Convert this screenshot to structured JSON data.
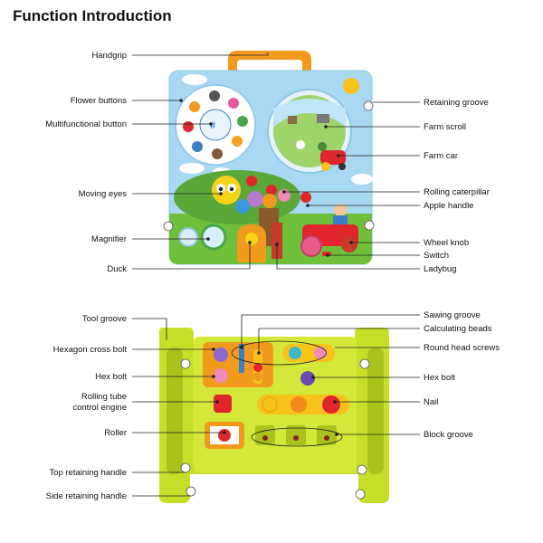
{
  "title": "Function Introduction",
  "top_labels": {
    "handgrip": "Handgrip",
    "flower_buttons": "Flower buttons",
    "multifunctional_button": "Multifunctional button",
    "moving_eyes": "Moving eyes",
    "magnifier": "Magnifier",
    "duck": "Duck",
    "retaining_groove": "Retaining groove",
    "farm_scroll": "Farm scroll",
    "farm_car": "Farm car",
    "rolling_caterpillar": "Rolling caterpillar",
    "apple_handle": "Apple handle",
    "wheel_knob": "Wheel knob",
    "switch": "Switch",
    "ladybug": "Ladybug"
  },
  "bottom_labels": {
    "tool_groove": "Tool groove",
    "hexagon_cross_bolt": "Hexagon cross bolt",
    "hex_bolt_left": "Hex bolt",
    "rolling_tube_line1": "Rolling tube",
    "rolling_tube_line2": "control engine",
    "roller": "Roller",
    "top_retaining_handle": "Top retaining handle",
    "side_retaining_handle": "Side retaining handle",
    "sawing_groove": "Sawing groove",
    "calculating_beads": "Calculating beads",
    "round_head_screws": "Round head screws",
    "hex_bolt_right": "Hex bolt",
    "nail": "Nail",
    "block_groove": "Block groove"
  },
  "colors": {
    "panel_blue": "#a9d8f2",
    "grass": "#6fbf3a",
    "handle_orange": "#f29a1d",
    "tray_green": "#c8df2a",
    "tray_dark": "#a9c21c",
    "ball_orange": "#f08a1c",
    "ball_red": "#e0262c"
  }
}
